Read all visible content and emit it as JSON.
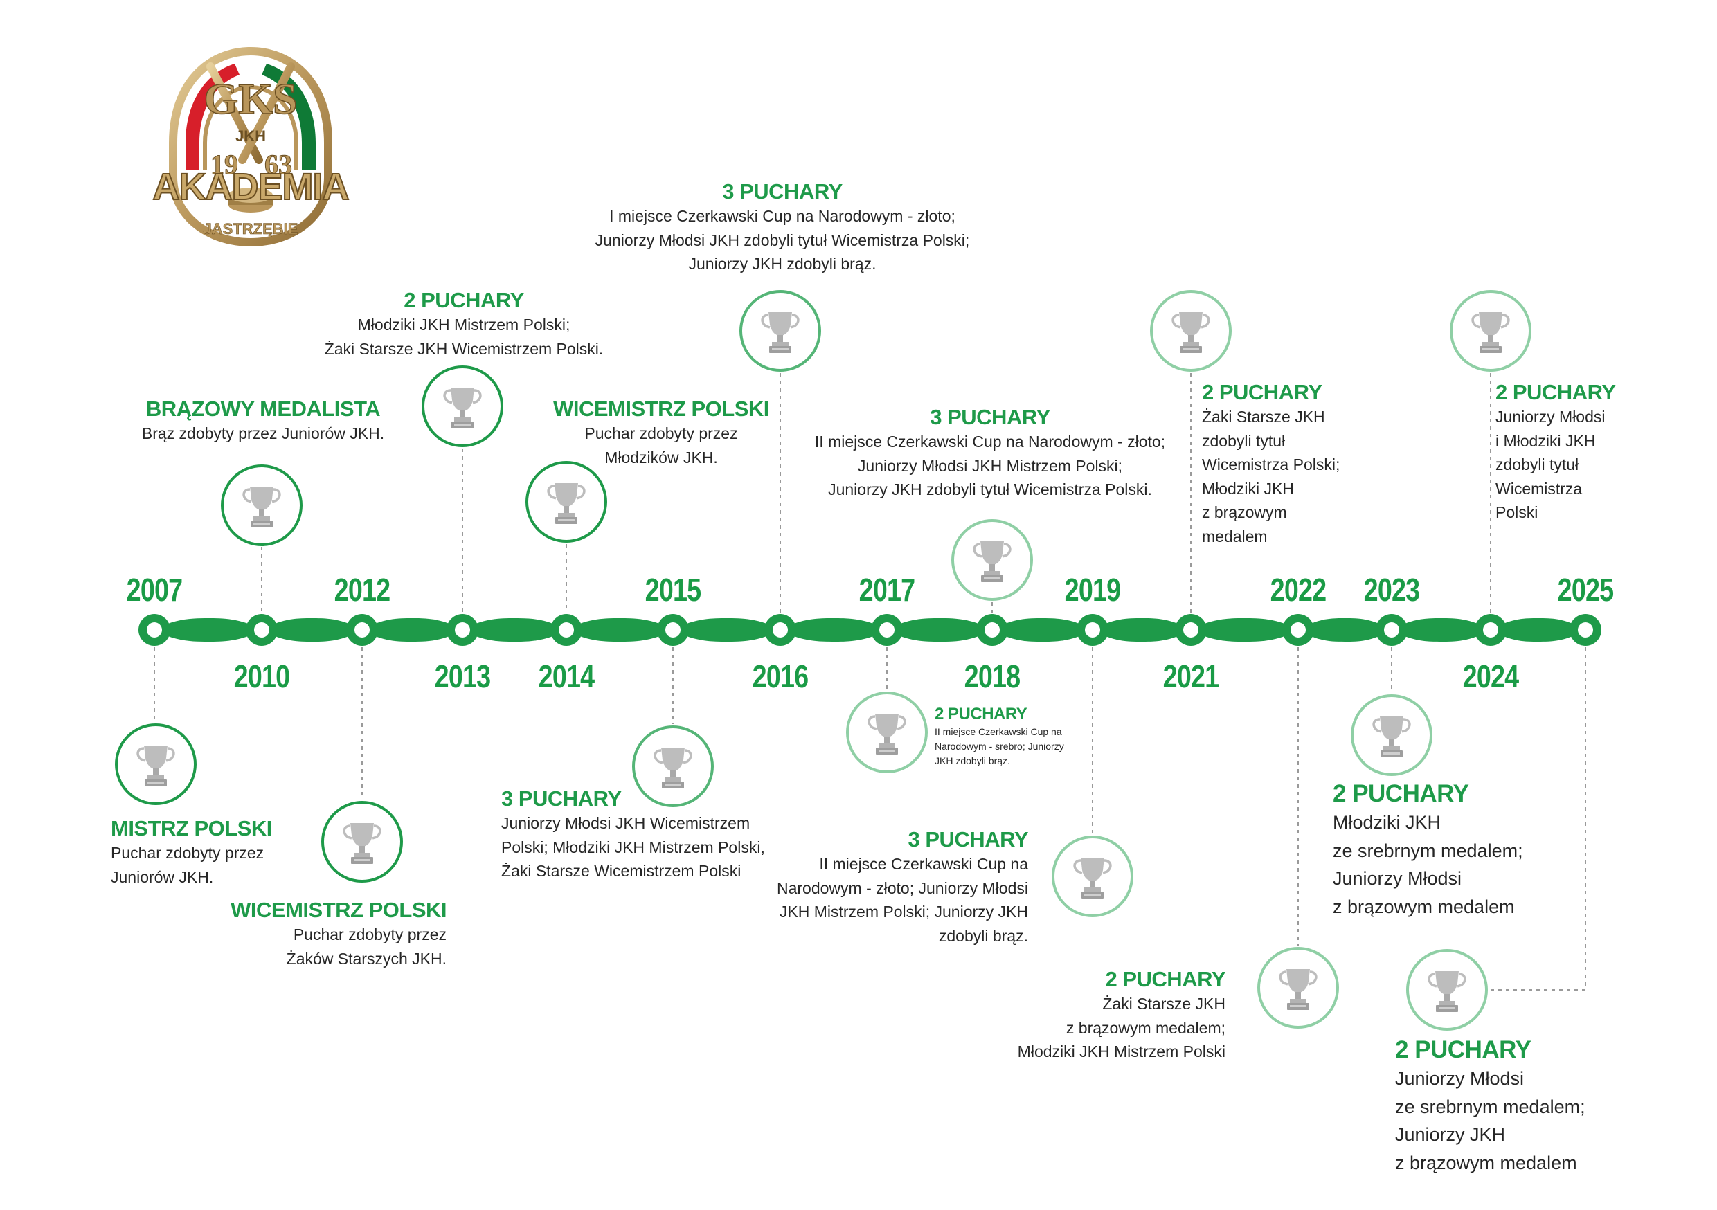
{
  "logo": {
    "top_text": "GKS",
    "middle_text": "JKH",
    "year_left": "19",
    "year_right": "63",
    "banner_text": "AKADEMIA",
    "bottom_text": "JASTRZĘBIE"
  },
  "colors": {
    "green": "#1e9a49",
    "light_green": "#7fc99a",
    "text": "#262626",
    "gold": "#b9965b",
    "red": "#d71f2a",
    "dark_green": "#0f7a36"
  },
  "years": [
    "2007",
    "2010",
    "2012",
    "2013",
    "2014",
    "2015",
    "2016",
    "2017",
    "2018",
    "2019",
    "2021",
    "2022",
    "2023",
    "2024",
    "2025"
  ],
  "milestones": [
    {
      "year": "2007",
      "title": "MISTRZ POLSKI",
      "lines": [
        "Puchar zdobyty przez",
        "Juniorów JKH."
      ]
    },
    {
      "year": "2010",
      "title": "BRĄZOWY MEDALISTA",
      "lines": [
        "Brąz zdobyty przez Juniorów JKH."
      ]
    },
    {
      "year": "2012",
      "title": "WICEMISTRZ POLSKI",
      "lines": [
        "Puchar zdobyty przez",
        "Żaków Starszych JKH."
      ]
    },
    {
      "year": "2013",
      "title": "2 PUCHARY",
      "lines": [
        "Młodziki JKH Mistrzem Polski;",
        "Żaki Starsze JKH Wicemistrzem Polski."
      ]
    },
    {
      "year": "2014",
      "title": "WICEMISTRZ POLSKI",
      "lines": [
        "Puchar zdobyty przez",
        "Młodzików JKH."
      ]
    },
    {
      "year": "2015",
      "title": "3 PUCHARY",
      "lines": [
        "Juniorzy Młodsi JKH Wicemistrzem",
        "Polski; Młodziki JKH Mistrzem Polski,",
        "Żaki Starsze Wicemistrzem Polski"
      ]
    },
    {
      "year": "2016",
      "title": "3 PUCHARY",
      "lines": [
        "I miejsce Czerkawski Cup na Narodowym - złoto;",
        "Juniorzy Młodsi JKH zdobyli tytuł Wicemistrza Polski;",
        "Juniorzy JKH zdobyli brąz."
      ]
    },
    {
      "year": "2017",
      "title": "2 PUCHARY",
      "lines": [
        "II miejsce Czerkawski Cup na",
        "Narodowym - srebro; Juniorzy",
        "JKH zdobyli brąz."
      ]
    },
    {
      "year": "2018",
      "title": "3 PUCHARY",
      "lines": [
        "II miejsce Czerkawski Cup na Narodowym - złoto;",
        "Juniorzy Młodsi JKH Mistrzem Polski;",
        "Juniorzy JKH zdobyli tytuł Wicemistrza Polski."
      ]
    },
    {
      "year": "2019",
      "title": "3 PUCHARY",
      "lines": [
        "II miejsce Czerkawski Cup na",
        "Narodowym - złoto; Juniorzy Młodsi",
        "JKH Mistrzem Polski; Juniorzy JKH",
        "zdobyli brąz."
      ]
    },
    {
      "year": "2021",
      "title": "2 PUCHARY",
      "lines": [
        "Żaki Starsze JKH",
        "zdobyli tytuł",
        "Wicemistrza Polski;",
        "Młodziki JKH",
        "z brązowym",
        "medalem"
      ]
    },
    {
      "year": "2022",
      "title": "2 PUCHARY",
      "lines": [
        "Żaki Starsze JKH",
        "z brązowym medalem;",
        "Młodziki JKH Mistrzem Polski"
      ]
    },
    {
      "year": "2023",
      "title": "2 PUCHARY",
      "lines": [
        "Młodziki JKH",
        "ze srebrnym medalem;",
        "Juniorzy Młodsi",
        "z brązowym medalem"
      ]
    },
    {
      "year": "2024",
      "title": "2 PUCHARY",
      "lines": [
        "Juniorzy Młodsi",
        "i Młodziki JKH",
        "zdobyli tytuł",
        "Wicemistrza",
        "Polski"
      ]
    },
    {
      "year": "2025",
      "title": "2 PUCHARY",
      "lines": [
        "Juniorzy Młodsi",
        "ze srebrnym medalem;",
        "Juniorzy JKH",
        "z brązowym medalem"
      ]
    }
  ]
}
